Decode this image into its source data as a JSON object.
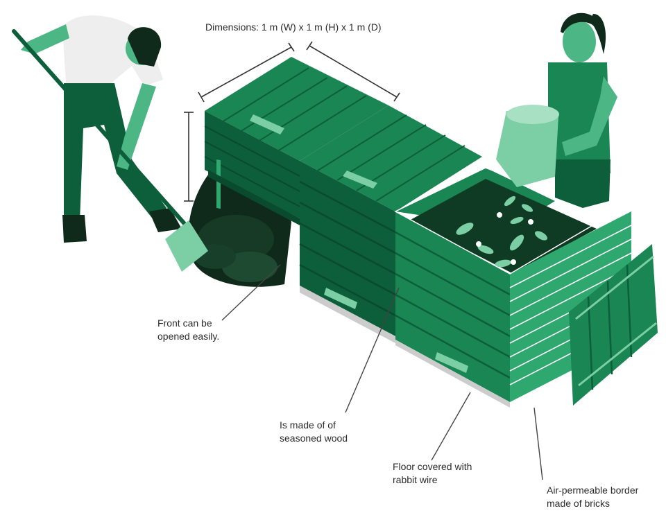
{
  "dimensions": "Dimensions: 1 m (W) x 1 m (H) x 1 m (D)",
  "callouts": {
    "front": {
      "line1": "Front can be",
      "line2": "opened easily."
    },
    "wood": {
      "line1": "Is made of of",
      "line2": "seasoned wood"
    },
    "floor": {
      "line1": "Floor covered with",
      "line2": "rabbit wire"
    },
    "bricks": {
      "line1": "Air-permeable border",
      "line2": "made of bricks"
    }
  },
  "colors": {
    "dark_green": "#0d5e3a",
    "mid_green": "#1a8654",
    "light_green": "#2fa870",
    "pale_green": "#7ccfa5",
    "compost": "#0f2a1b",
    "skin": "#4cb685",
    "shirt": "#eeeeee"
  }
}
